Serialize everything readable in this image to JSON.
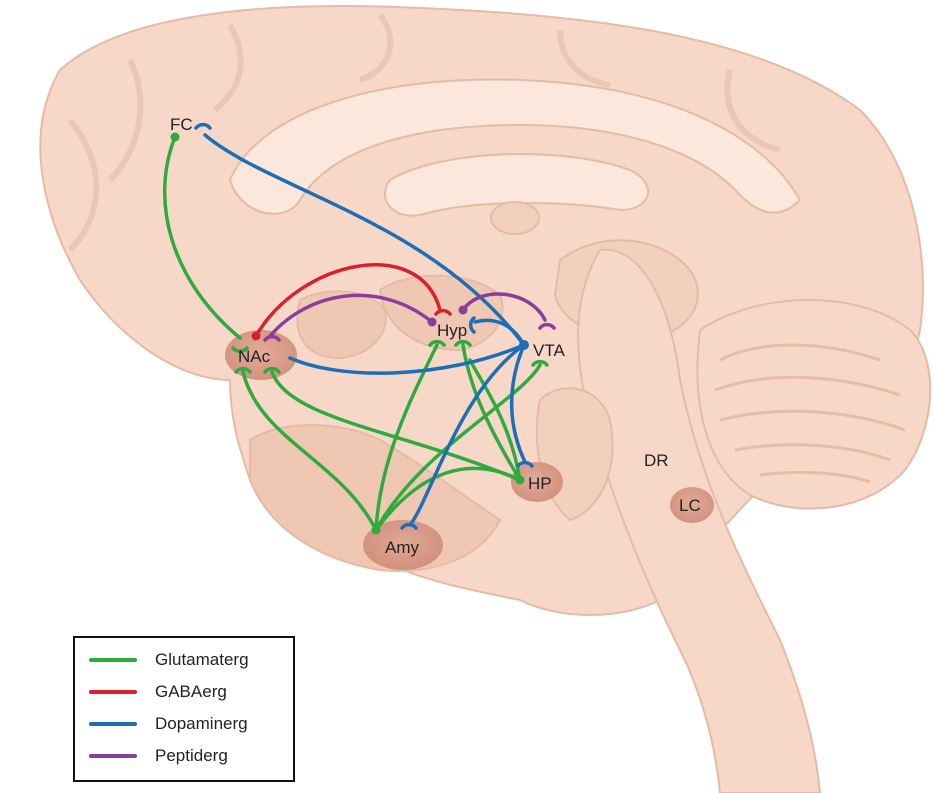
{
  "regions": {
    "fc": "FC",
    "nac": "NAc",
    "hyp": "Hyp",
    "vta": "VTA",
    "hp": "HP",
    "amy": "Amy",
    "dr": "DR",
    "lc": "LC"
  },
  "colors": {
    "glutamaterg": "#2eaa3f",
    "gabaerg": "#d9212d",
    "dopaminerg": "#1c6eb6",
    "peptiderg": "#8a3d9a"
  },
  "legend": [
    {
      "label": "Glutamaterg",
      "color": "#2eaa3f"
    },
    {
      "label": "GABAerg",
      "color": "#d9212d"
    },
    {
      "label": "Dopaminerg",
      "color": "#1c6eb6"
    },
    {
      "label": "Peptiderg",
      "color": "#8a3d9a"
    }
  ]
}
